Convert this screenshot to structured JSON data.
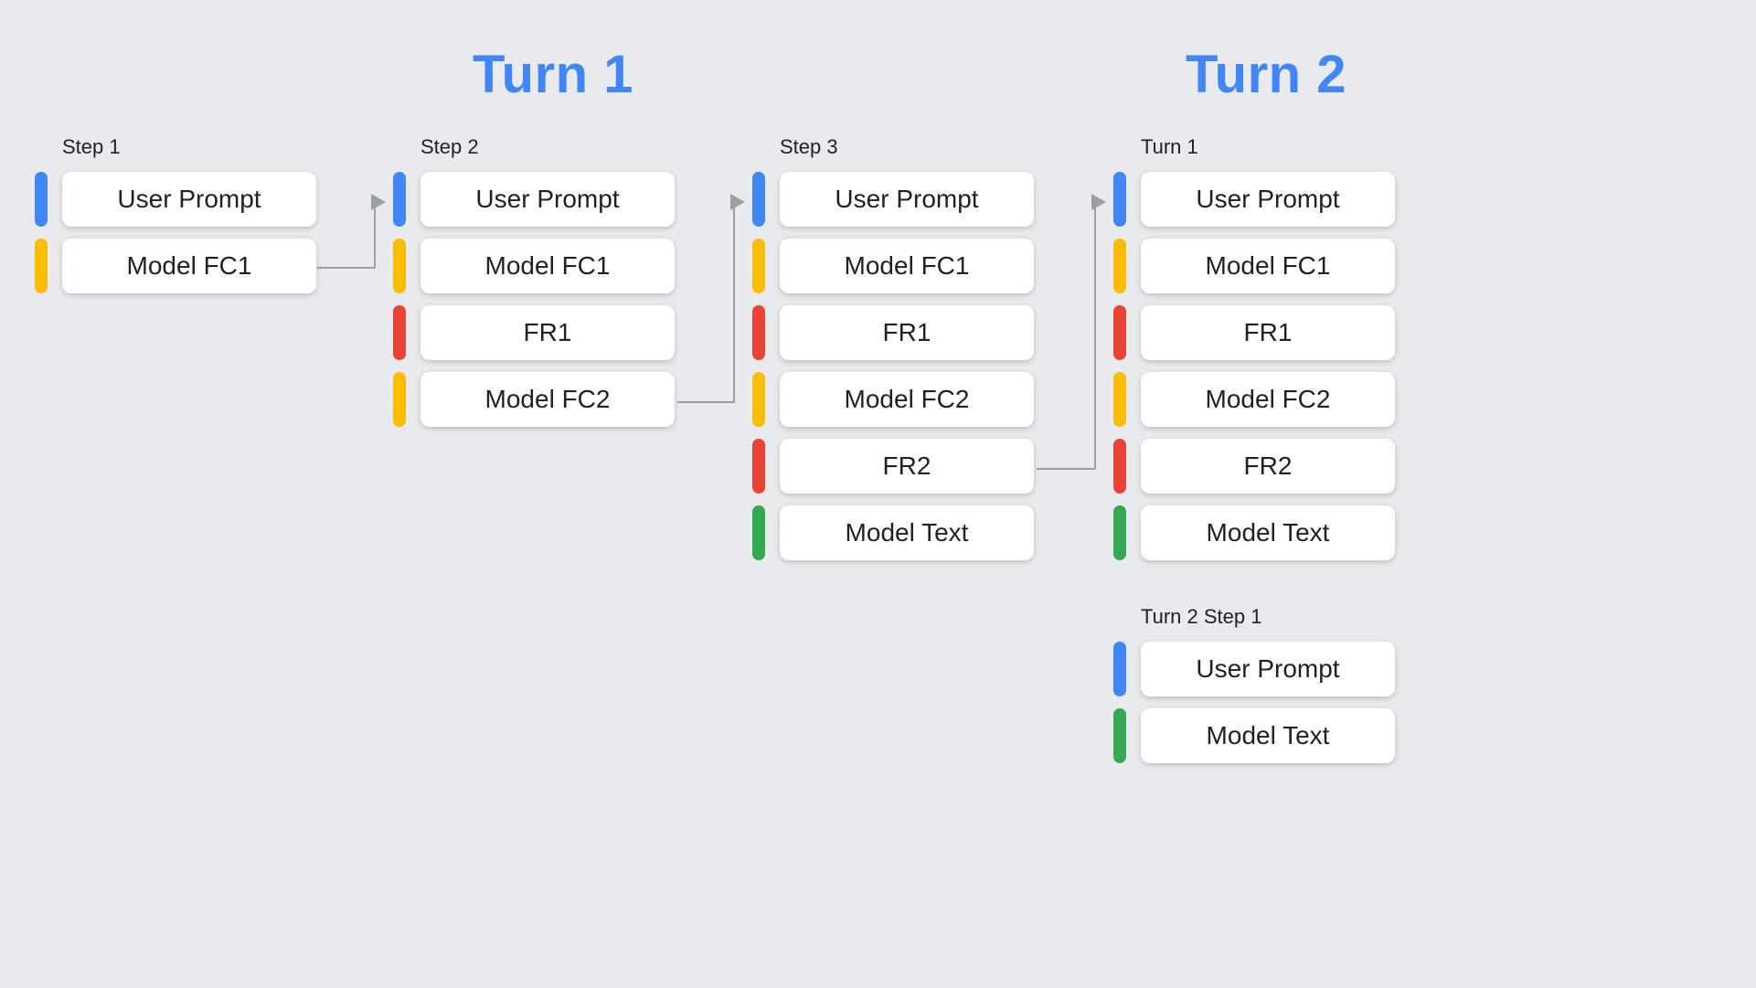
{
  "page": {
    "background": "#e8eaed"
  },
  "titles": {
    "turn1": "Turn 1",
    "turn2": "Turn 2"
  },
  "colors": {
    "blue": "#4285F4",
    "yellow": "#FBBC04",
    "red": "#EA4335",
    "green": "#34A853",
    "title": "#4285F4",
    "arrow": "#9AA0A6",
    "card_text": "#202124"
  },
  "groups": [
    {
      "label": "Step 1",
      "cards": [
        {
          "text": "User Prompt",
          "color": "blue"
        },
        {
          "text": "Model FC1",
          "color": "yellow"
        }
      ]
    },
    {
      "label": "Step 2",
      "cards": [
        {
          "text": "User Prompt",
          "color": "blue"
        },
        {
          "text": "Model FC1",
          "color": "yellow"
        },
        {
          "text": "FR1",
          "color": "red"
        },
        {
          "text": "Model FC2",
          "color": "yellow"
        }
      ]
    },
    {
      "label": "Step 3",
      "cards": [
        {
          "text": "User Prompt",
          "color": "blue"
        },
        {
          "text": "Model FC1",
          "color": "yellow"
        },
        {
          "text": "FR1",
          "color": "red"
        },
        {
          "text": "Model FC2",
          "color": "yellow"
        },
        {
          "text": "FR2",
          "color": "red"
        },
        {
          "text": "Model Text",
          "color": "green"
        }
      ]
    },
    {
      "label": "Turn 1",
      "cards": [
        {
          "text": "User Prompt",
          "color": "blue"
        },
        {
          "text": "Model FC1",
          "color": "yellow"
        },
        {
          "text": "FR1",
          "color": "red"
        },
        {
          "text": "Model FC2",
          "color": "yellow"
        },
        {
          "text": "FR2",
          "color": "red"
        },
        {
          "text": "Model Text",
          "color": "green"
        }
      ]
    },
    {
      "label": "Turn 2 Step 1",
      "cards": [
        {
          "text": "User Prompt",
          "color": "blue"
        },
        {
          "text": "Model Text",
          "color": "green"
        }
      ]
    }
  ],
  "arrows": [
    {
      "from": "Step 1 / Model FC1",
      "to": "Step 2 / User Prompt"
    },
    {
      "from": "Step 2 / Model FC2",
      "to": "Step 3 / User Prompt"
    },
    {
      "from": "Step 3 / FR2",
      "to": "Turn 1 / User Prompt"
    }
  ]
}
